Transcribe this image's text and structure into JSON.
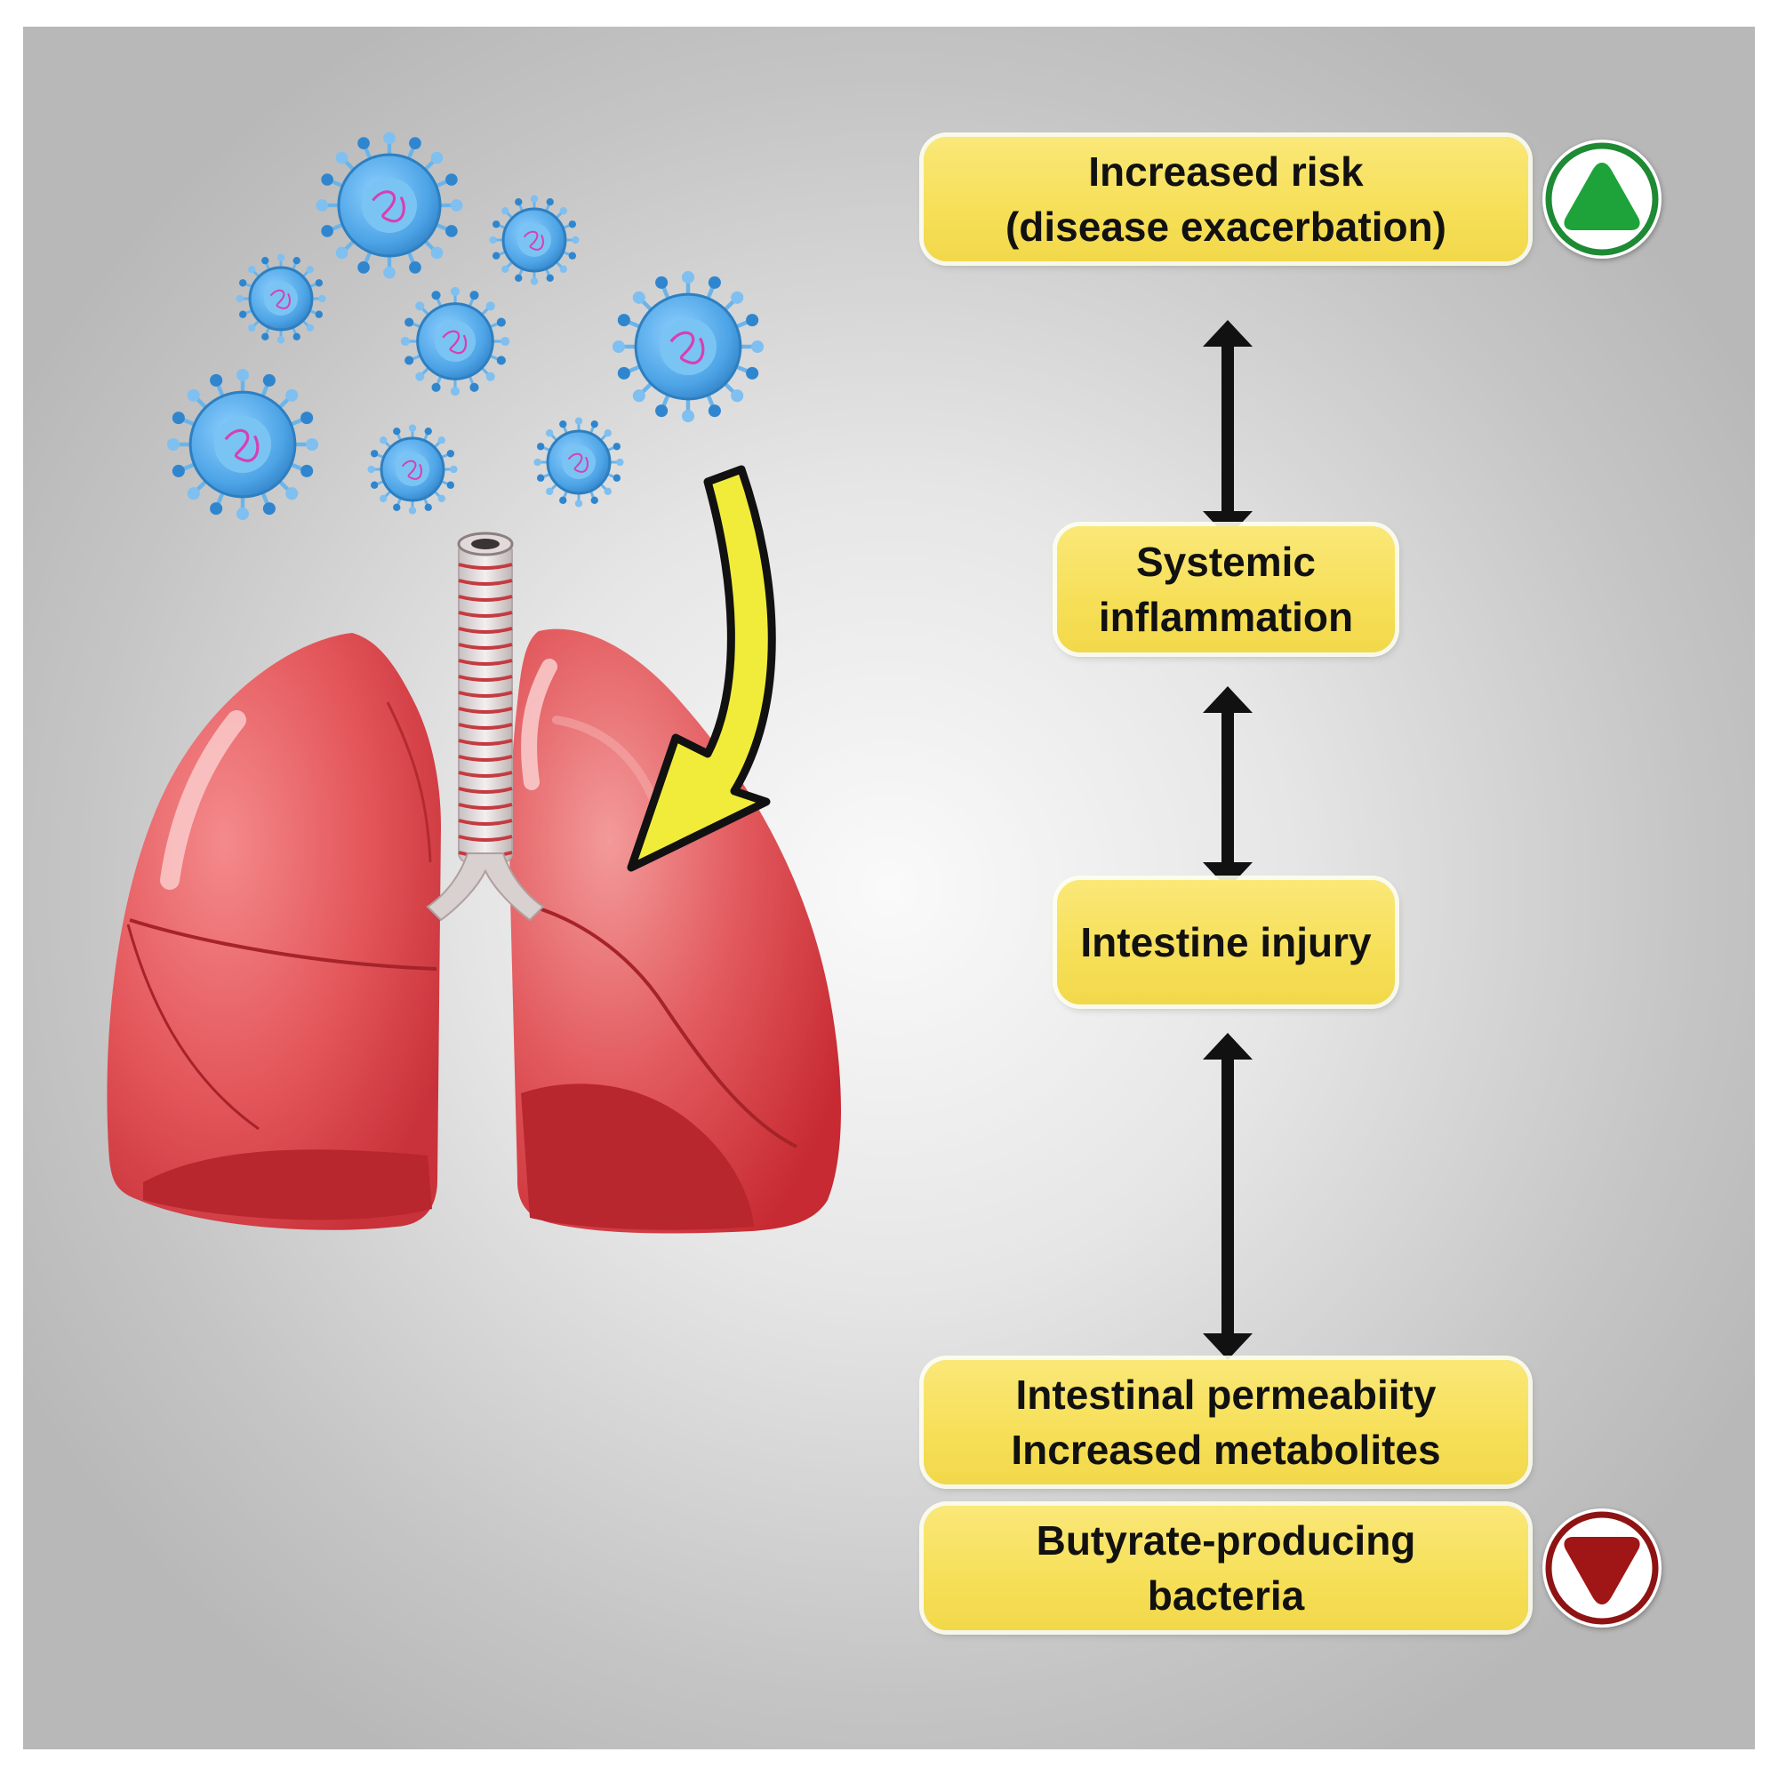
{
  "boxes": {
    "increased_risk": {
      "line1": "Increased risk",
      "line2": "(disease exacerbation)"
    },
    "systemic_inflammation": {
      "line1": "Systemic",
      "line2": "inflammation"
    },
    "intestine_injury": {
      "line1": "Intestine injury"
    },
    "permeability": {
      "line1": "Intestinal permeabiity",
      "line2": "Increased metabolites"
    },
    "butyrate": {
      "line1": "Butyrate-producing",
      "line2": "bacteria"
    }
  },
  "indicators": {
    "up": {
      "direction": "up",
      "color": "#1ea33a",
      "ring": "#1e8a34"
    },
    "down": {
      "direction": "down",
      "color": "#a01515",
      "ring": "#8e1414"
    }
  },
  "colors": {
    "box_fill": "#f6df58",
    "arrow_black": "#111111",
    "arrow_yellow": "#f1ec3a",
    "lung_red": "#e2545a",
    "virus_blue": "#52a8e6"
  },
  "icons": {
    "virus": "virus-icon",
    "lungs": "lungs-icon",
    "trachea": "trachea-icon"
  }
}
